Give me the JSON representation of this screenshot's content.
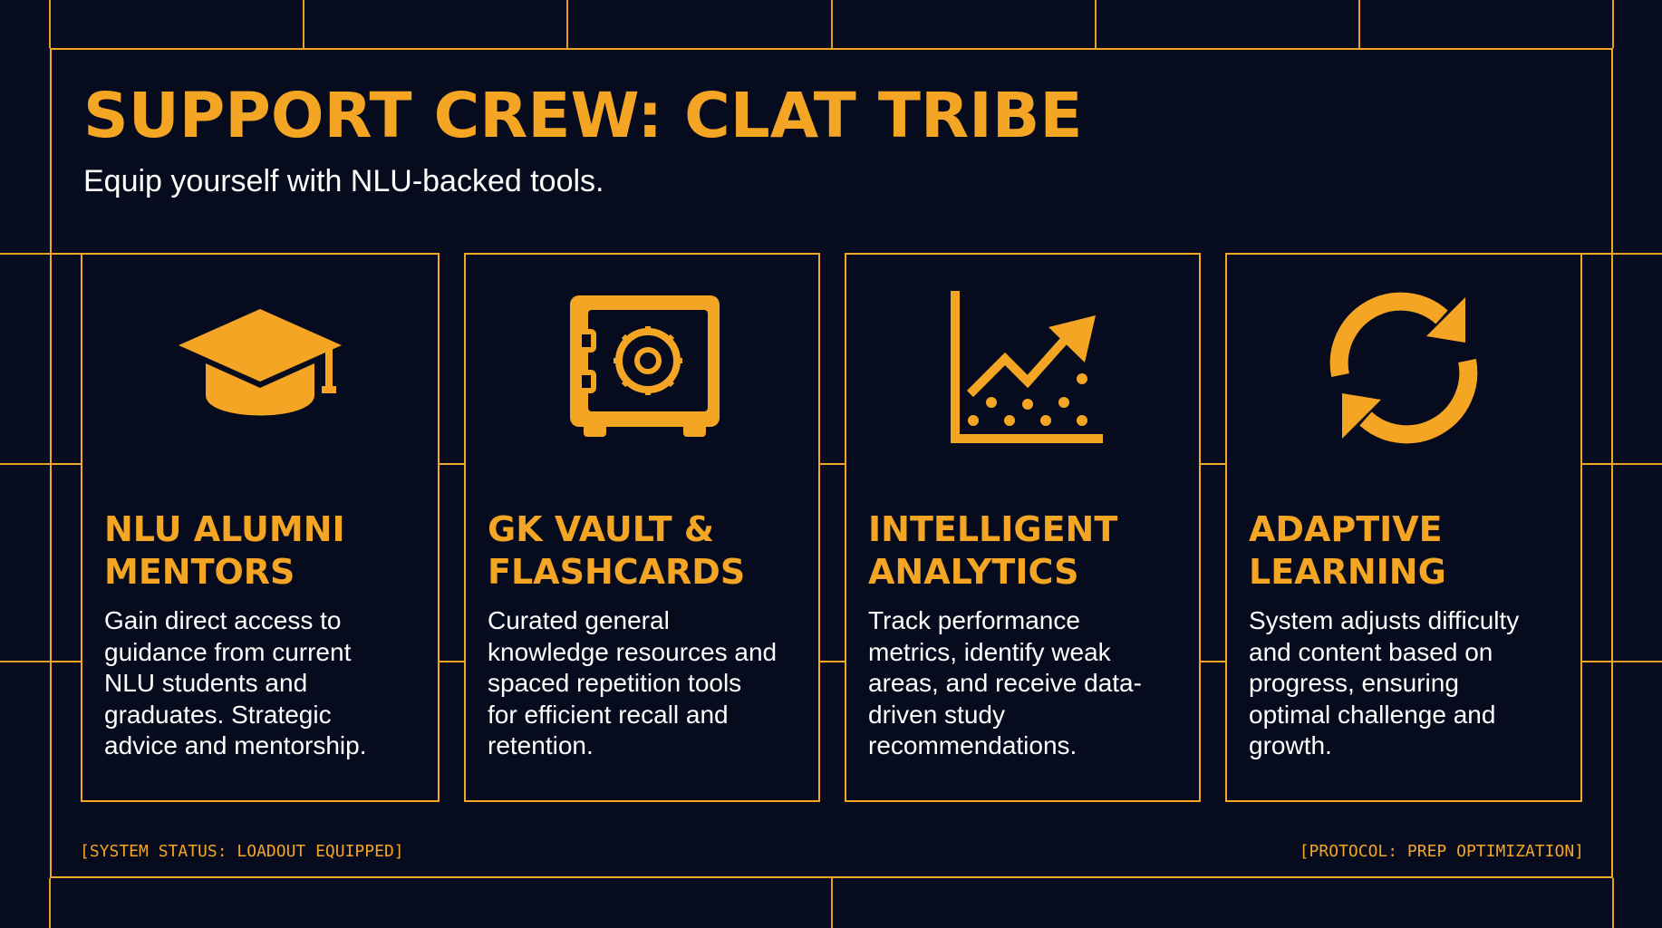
{
  "slide": {
    "title": "SUPPORT CREW: CLAT TRIBE",
    "subtitle": "Equip yourself with NLU-backed tools."
  },
  "cards": [
    {
      "icon": "graduation-cap-icon",
      "heading": "NLU ALUMNI\nMENTORS",
      "description": "Gain direct access to\nguidance from current\nNLU students and\ngraduates. Strategic\nadvice and mentorship."
    },
    {
      "icon": "safe-vault-icon",
      "heading": "GK VAULT &\nFLASHCARDS",
      "description": "Curated general\nknowledge resources and\nspaced repetition tools\nfor efficient recall and\nretention."
    },
    {
      "icon": "analytics-chart-icon",
      "heading": "INTELLIGENT\nANALYTICS",
      "description": "Track performance\nmetrics, identify weak\nareas, and receive data-\ndriven study\nrecommendations."
    },
    {
      "icon": "refresh-cycle-icon",
      "heading": "ADAPTIVE\nLEARNING",
      "description": "System adjusts difficulty\nand content based on\nprogress, ensuring\noptimal challenge and\ngrowth."
    }
  ],
  "footer": {
    "left_status": "[SYSTEM STATUS: LOADOUT EQUIPPED]",
    "right_status": "[PROTOCOL: PREP OPTIMIZATION]"
  },
  "colors": {
    "accent": "#f5a524",
    "background": "#070d1f",
    "text": "#ffffff"
  }
}
